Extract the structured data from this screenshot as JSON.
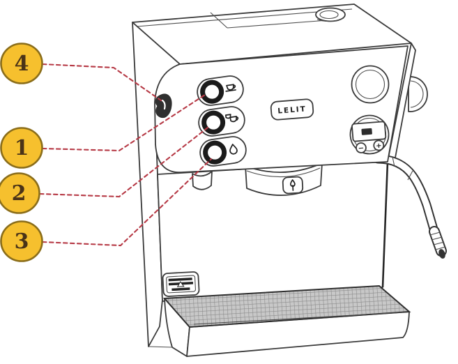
{
  "figure": {
    "type": "numbered-parts-diagram",
    "subject": "Espresso machine line drawing with numbered callouts",
    "background_color": "#FFFFFF",
    "line_color": "#3A3A3A"
  },
  "colors": {
    "callout_fill": "#F6C02E",
    "callout_border": "#8A6D1A",
    "callout_number": "#4A3318",
    "leader_line": "#B63945",
    "drip_tray_fill": "#C8C8C8",
    "drip_tray_grid": "#8B8B8B",
    "switch_fill": "#2F2F2F"
  },
  "callouts": [
    {
      "number": "4",
      "target": "power-switch"
    },
    {
      "number": "1",
      "target": "single-shot-brew-button"
    },
    {
      "number": "2",
      "target": "double-shot-brew-button"
    },
    {
      "number": "3",
      "target": "hot-water-button"
    }
  ],
  "machine": {
    "brand_logo": "LELIT",
    "panel_buttons": [
      {
        "icon": "single-cup-icon"
      },
      {
        "icon": "double-cup-icon"
      },
      {
        "icon": "water-drop-icon"
      }
    ],
    "display": {
      "minus_label": "−",
      "plus_label": "+"
    }
  }
}
